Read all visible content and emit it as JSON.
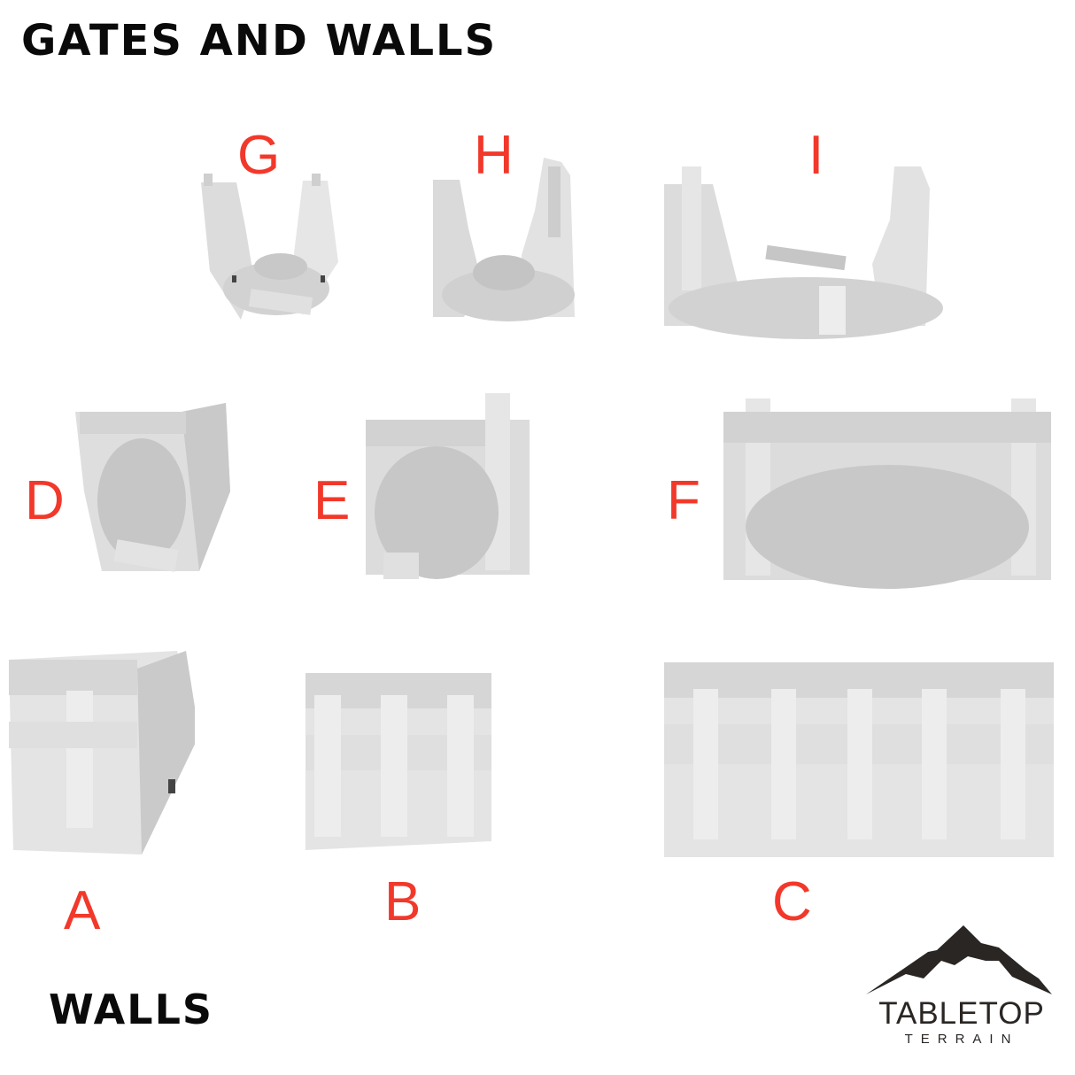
{
  "page": {
    "title": "GATES AND WALLS",
    "subtitle": "WALLS",
    "label_color": "#f2382a",
    "background": "#ffffff"
  },
  "pieces": [
    {
      "id": "G",
      "label": "G",
      "type": "ruined corner gate",
      "row": 1
    },
    {
      "id": "H",
      "label": "H",
      "type": "ruined short gate",
      "row": 1
    },
    {
      "id": "I",
      "label": "I",
      "type": "ruined long gate",
      "row": 1
    },
    {
      "id": "D",
      "label": "D",
      "type": "collapsed corner gate",
      "row": 2
    },
    {
      "id": "E",
      "label": "E",
      "type": "collapsed short gate",
      "row": 2
    },
    {
      "id": "F",
      "label": "F",
      "type": "collapsed long gate",
      "row": 2
    },
    {
      "id": "A",
      "label": "A",
      "type": "corner wall",
      "row": 3
    },
    {
      "id": "B",
      "label": "B",
      "type": "short wall",
      "row": 3
    },
    {
      "id": "C",
      "label": "C",
      "type": "long wall",
      "row": 3
    }
  ],
  "logo": {
    "icon": "mountain-icon",
    "word_top": "TABLETOP",
    "word_bottom": "TERRAIN",
    "color": "#2a2624"
  }
}
